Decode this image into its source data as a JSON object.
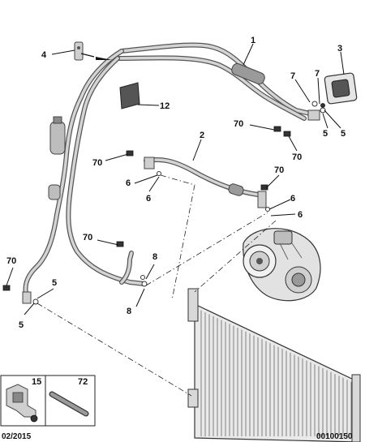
{
  "callouts": [
    {
      "id": "c1",
      "text": "1"
    },
    {
      "id": "c2",
      "text": "2"
    },
    {
      "id": "c3",
      "text": "3"
    },
    {
      "id": "c4",
      "text": "4"
    },
    {
      "id": "c5a",
      "text": "5"
    },
    {
      "id": "c5b",
      "text": "5"
    },
    {
      "id": "c5c",
      "text": "5"
    },
    {
      "id": "c5d",
      "text": "5"
    },
    {
      "id": "c6a",
      "text": "6"
    },
    {
      "id": "c6b",
      "text": "6"
    },
    {
      "id": "c6c",
      "text": "6"
    },
    {
      "id": "c6d",
      "text": "6"
    },
    {
      "id": "c7a",
      "text": "7"
    },
    {
      "id": "c7b",
      "text": "7"
    },
    {
      "id": "c8a",
      "text": "8"
    },
    {
      "id": "c8b",
      "text": "8"
    },
    {
      "id": "c12",
      "text": "12"
    },
    {
      "id": "c70a",
      "text": "70"
    },
    {
      "id": "c70b",
      "text": "70"
    },
    {
      "id": "c70c",
      "text": "70"
    },
    {
      "id": "c70d",
      "text": "70"
    },
    {
      "id": "c70e",
      "text": "70"
    },
    {
      "id": "c70f",
      "text": "70"
    }
  ],
  "inset": {
    "left_label": "15",
    "right_label": "72"
  },
  "footer": {
    "date": "02/2015",
    "code": "00100150"
  }
}
